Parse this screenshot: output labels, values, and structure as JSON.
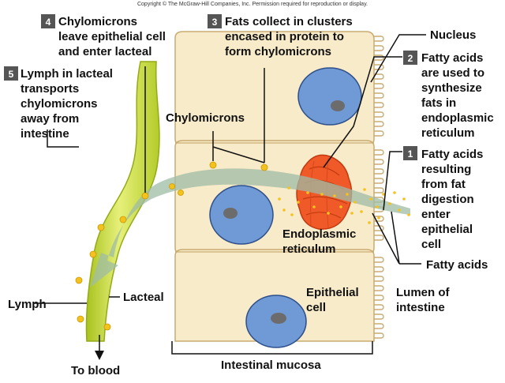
{
  "copyright": "Copyright © The McGraw-Hill Companies, Inc. Permission required for reproduction or display.",
  "steps": [
    {
      "num": "1",
      "lines": [
        "Fatty acids",
        "resulting",
        "from fat",
        "digestion",
        "enter",
        "epithelial",
        "cell"
      ]
    },
    {
      "num": "2",
      "lines": [
        "Fatty acids",
        "are used to",
        "synthesize",
        "fats in",
        "endoplasmic",
        "reticulum"
      ]
    },
    {
      "num": "3",
      "lines": [
        "Fats collect in clusters",
        "encased in protein to",
        "form chylomicrons"
      ]
    },
    {
      "num": "4",
      "lines": [
        "Chylomicrons",
        "leave epithelial cell",
        "and enter lacteal"
      ]
    },
    {
      "num": "5",
      "lines": [
        "Lymph in lacteal",
        "transports",
        "chylomicrons",
        "away from",
        "intestine"
      ]
    }
  ],
  "labels": {
    "nucleus": "Nucleus",
    "chylomicrons": "Chylomicrons",
    "er": [
      "Endoplasmic",
      "reticulum"
    ],
    "fatty_acids": "Fatty acids",
    "lumen": [
      "Lumen of",
      "intestine"
    ],
    "epithelial_cell": [
      "Epithelial",
      "cell"
    ],
    "lacteal": "Lacteal",
    "lymph": "Lymph",
    "to_blood": "To blood",
    "mucosa": "Intestinal mucosa"
  },
  "colors": {
    "cell_fill": "#f8ebc9",
    "cell_stroke": "#c9ab72",
    "nucleus_fill": "#6f9ad6",
    "nucleolus_fill": "#6c6c6c",
    "er_fill": "#f05a28",
    "lacteal_fill": "#c8dc3a",
    "dot_fill": "#f4c21e",
    "arrow_fill": "#9fbca6",
    "step_box": "#555555"
  }
}
